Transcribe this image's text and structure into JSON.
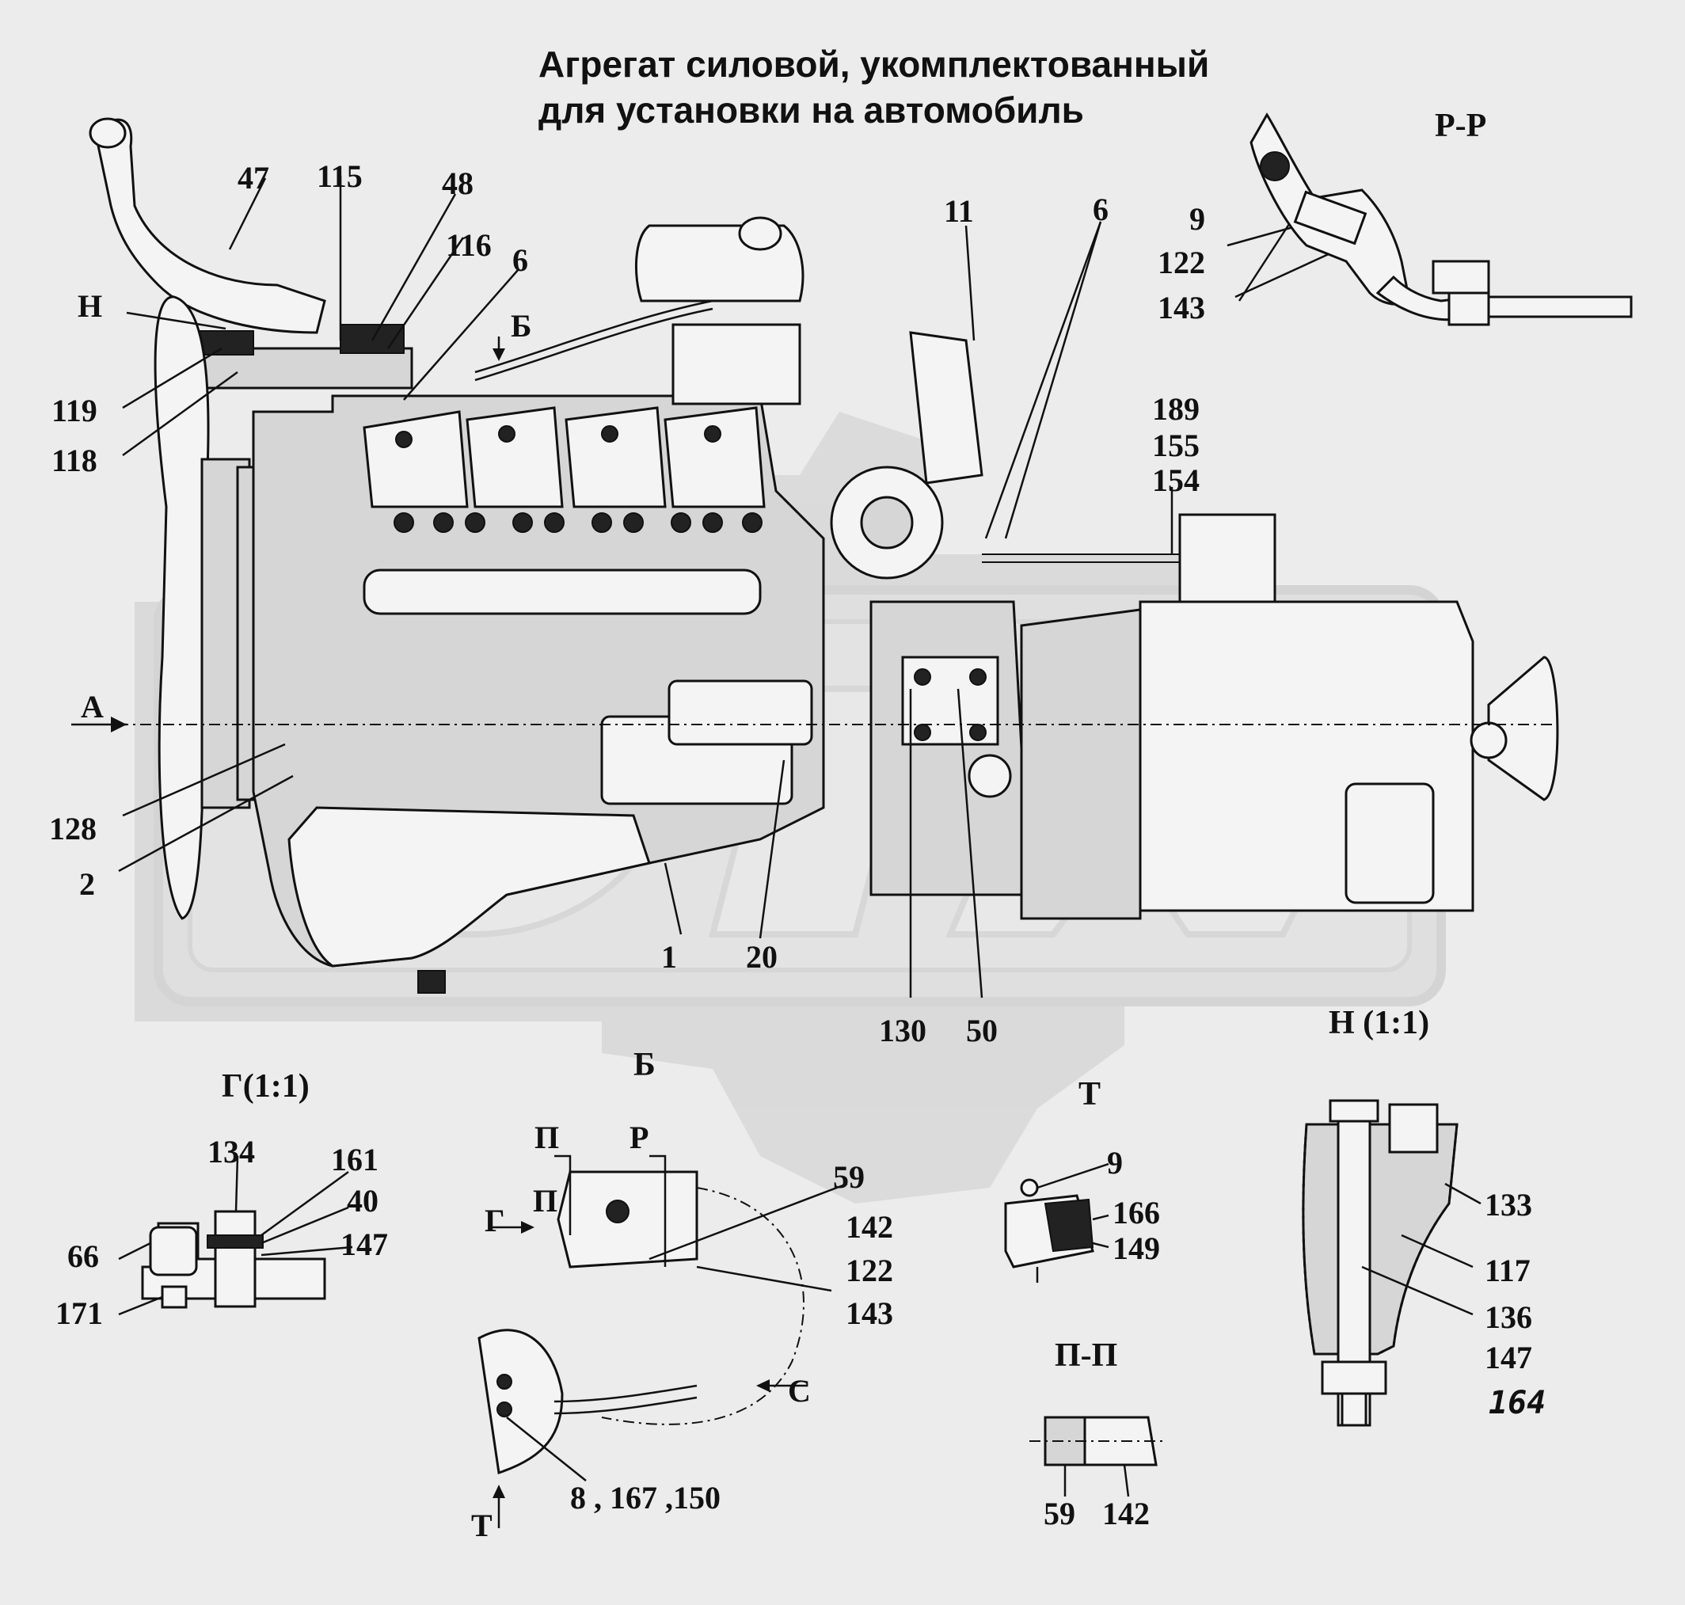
{
  "title": {
    "line1": "Агрегат силовой, укомплектованный",
    "line2": "для установки на автомобиль"
  },
  "main_view": {
    "labels": [
      "47",
      "115",
      "48",
      "116",
      "6",
      "Н",
      "119",
      "118",
      "Б",
      "11",
      "6",
      "189",
      "155",
      "154",
      "А",
      "128",
      "2",
      "1",
      "20",
      "130",
      "50"
    ]
  },
  "views": {
    "pp": {
      "title": "Р-Р",
      "labels": [
        "9",
        "122",
        "143"
      ]
    },
    "n": {
      "title": "Н (1:1)",
      "labels": [
        "133",
        "117",
        "136",
        "147",
        "164"
      ]
    },
    "g": {
      "title": "Г(1:1)",
      "labels": [
        "134",
        "161",
        "40",
        "147",
        "66",
        "171"
      ]
    },
    "b": {
      "title": "Б",
      "labels": [
        "П",
        "Р",
        "П",
        "Г",
        "59",
        "142",
        "122",
        "143",
        "С",
        "8 , 167 ,150",
        "Т"
      ]
    },
    "t": {
      "title": "Т",
      "labels": [
        "9",
        "166",
        "149"
      ]
    },
    "p2": {
      "title": "П-П",
      "labels": [
        "59",
        "142"
      ]
    }
  }
}
